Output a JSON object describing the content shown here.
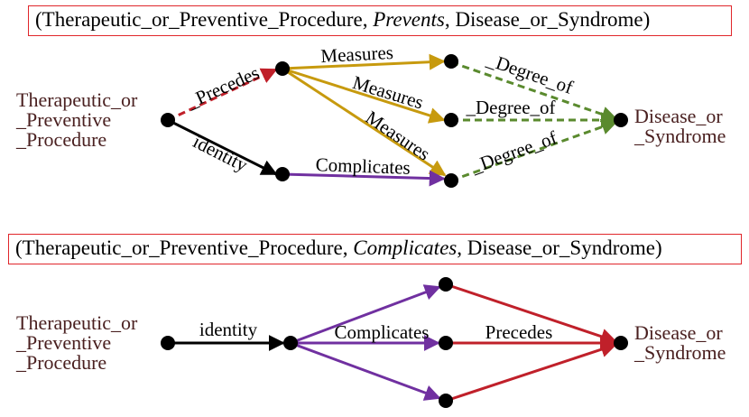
{
  "colors": {
    "title_border": "#e0262b",
    "node_label": "#4a2020",
    "node": "#000000",
    "precedes": "#c0202a",
    "measures": "#c79a0e",
    "degree_of": "#5a8a2e",
    "identity": "#000000",
    "complicates": "#7030a0"
  },
  "diagram1": {
    "title_open": "(Therapeutic_or_Preventive_Procedure, ",
    "title_relation": "Prevents",
    "title_close": ", Disease_or_Syndrome)",
    "source_label": "Therapeutic_or\n_Preventive\n_Procedure",
    "target_label": "Disease_or\n_Syndrome",
    "edge_labels": {
      "precedes": "_Precedes",
      "identity": "identity",
      "measures_top": "Measures",
      "measures_mid": "Measures",
      "measures_diag": "Measures",
      "complicates": "Complicates",
      "degree_top": "_Degree_of",
      "degree_mid": "_Degree_of",
      "degree_bot": "_Degree_of"
    }
  },
  "diagram2": {
    "title_open": "(Therapeutic_or_Preventive_Procedure, ",
    "title_relation": "Complicates",
    "title_close": ", Disease_or_Syndrome)",
    "source_label": "Therapeutic_or\n_Preventive\n_Procedure",
    "target_label": "Disease_or\n_Syndrome",
    "edge_labels": {
      "identity": "identity",
      "complicates": "Complicates",
      "precedes": "Precedes"
    }
  }
}
